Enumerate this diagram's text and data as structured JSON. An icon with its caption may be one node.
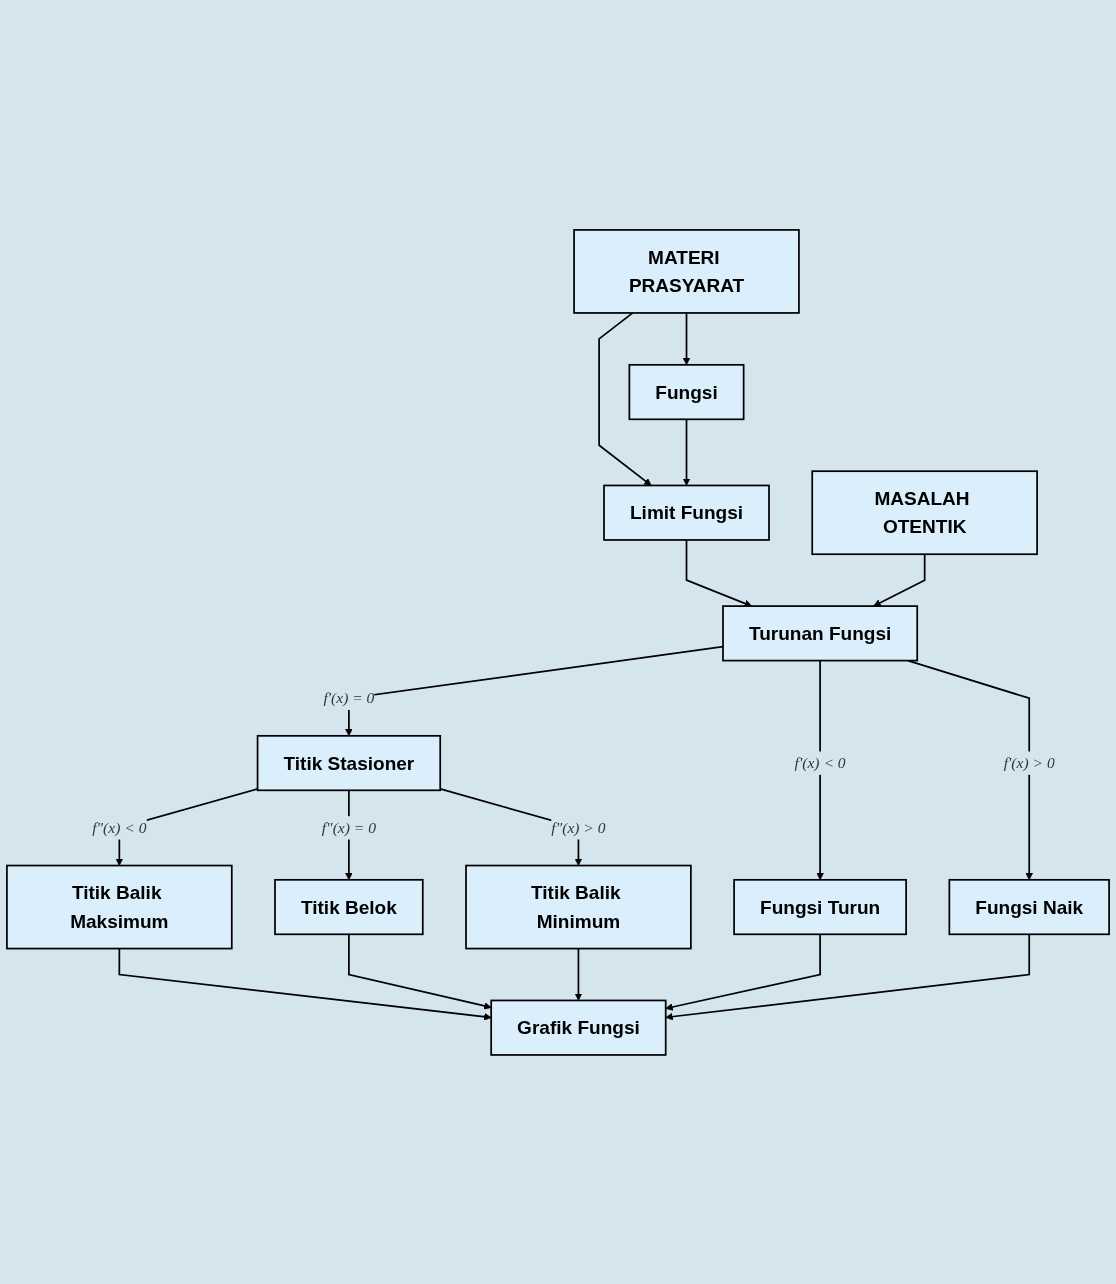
{
  "diagram": {
    "nodes": [
      {
        "text": [
          "Fungsi"
        ]
      },
      {
        "text": [
          "MATERI PRASYARAT"
        ]
      },
      {
        "text": [
          "Limit Fungsi"
        ]
      },
      {
        "text": [
          "MASALAH OTENTIK"
        ]
      },
      {
        "text": [
          "Turunan Fungsi"
        ]
      },
      {
        "text": [
          "Fungsi Turun"
        ]
      },
      {
        "text": [
          "Titik Stasioner"
        ]
      },
      {
        "text": [
          "Fungsi Naik"
        ]
      },
      {
        "text": [
          "Titik Balik Maksimum"
        ]
      },
      {
        "text": [
          "Titik Belok"
        ]
      },
      {
        "text": [
          "Titik Balik Minimum"
        ]
      },
      {
        "text": [
          "Grafik Fungsi"
        ]
      }
    ],
    "edges": [
      {
        "from": 1,
        "to": 0,
        "arrow": "to"
      },
      {
        "from": 1,
        "to": 2,
        "arrow": "to"
      },
      {
        "from": 0,
        "to": 2,
        "arrow": "to"
      },
      {
        "from": 2,
        "to": 4,
        "arrow": "to"
      },
      {
        "from": 3,
        "to": 4,
        "arrow": "to"
      },
      {
        "from": 4,
        "to": 5,
        "label": "f'(x) < 0",
        "arrow": "to"
      },
      {
        "from": 4,
        "to": 6,
        "label": "f'(x) = 0",
        "arrow": "to"
      },
      {
        "from": 4,
        "to": 7,
        "label": "f'(x) > 0",
        "arrow": "to"
      },
      {
        "from": 6,
        "to": 8,
        "label": "f\"(x) < 0",
        "arrow": "to"
      },
      {
        "from": 6,
        "to": 9,
        "label": "f\"(x) = 0",
        "arrow": "to"
      },
      {
        "from": 6,
        "to": 10,
        "label": "f\"(x) > 0",
        "arrow": "to"
      },
      {
        "from": 8,
        "to": 11,
        "arrow": "to"
      },
      {
        "from": 9,
        "to": 11,
        "arrow": "to"
      },
      {
        "from": 10,
        "to": 11,
        "arrow": "to"
      },
      {
        "from": 5,
        "to": 11,
        "arrow": "to"
      },
      {
        "from": 7,
        "to": 11,
        "arrow": "to"
      }
    ]
  }
}
